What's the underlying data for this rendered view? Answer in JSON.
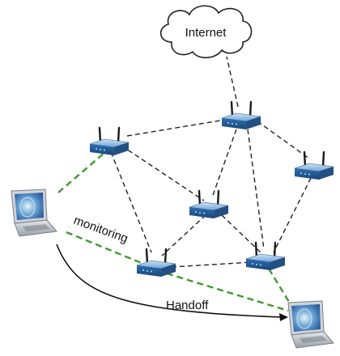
{
  "labels": {
    "cloud": "Internet",
    "monitoring": "monitoring",
    "handoff": "Handoff"
  },
  "colors": {
    "link": "#222222",
    "wireless": "#3f9a2e",
    "router_body": "#3d7fc4",
    "cloud_fill": "#ffffff"
  }
}
